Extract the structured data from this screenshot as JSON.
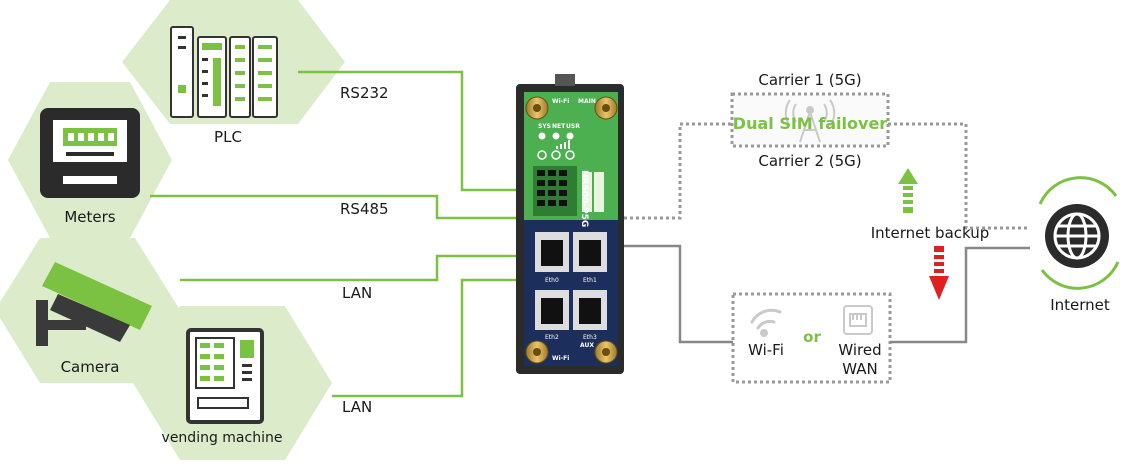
{
  "devices": {
    "plc": "PLC",
    "meters": "Meters",
    "camera": "Camera",
    "vending": "vending machine"
  },
  "links": {
    "rs232": "RS232",
    "rs485": "RS485",
    "lan1": "LAN",
    "lan2": "LAN"
  },
  "router": {
    "model": "NR500-P5G",
    "wifi_top": "Wi-Fi",
    "main": "MAIN",
    "leds": [
      "SYS",
      "NET",
      "USR"
    ],
    "eth": [
      "Eth0",
      "Eth1",
      "Eth2",
      "Eth3"
    ],
    "wifi_bottom": "Wi-Fi",
    "aux": "AUX"
  },
  "wan": {
    "carrier1": "Carrier 1 (5G)",
    "carrier2": "Carrier 2 (5G)",
    "dual_sim": "Dual SIM failover",
    "backup": "Internet backup",
    "wifi": "Wi-Fi",
    "or": "or",
    "wired1": "Wired",
    "wired2": "WAN",
    "internet": "Internet"
  },
  "colors": {
    "hex_fill": "#dcebc9",
    "green": "#7cc242",
    "router_green": "#4caf50",
    "router_navy": "#1c2f5c",
    "up_arrow": "#7cc242",
    "down_arrow": "#e02020"
  }
}
